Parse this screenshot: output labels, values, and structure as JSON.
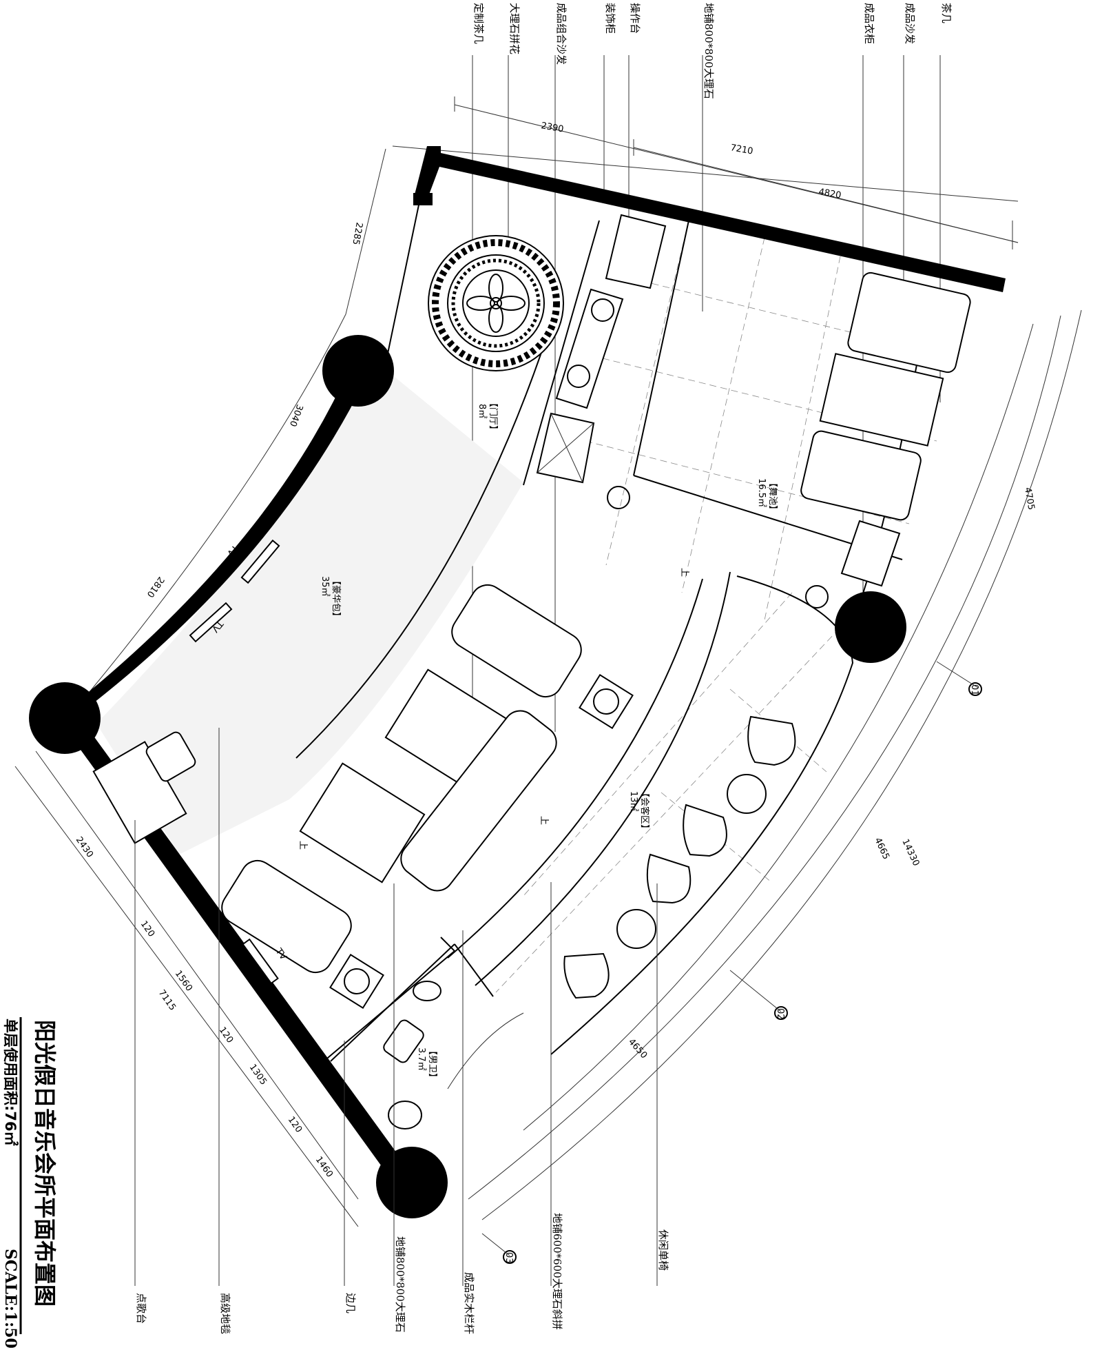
{
  "title": "阳光假日音乐会所平面布置图",
  "area_label": "单层使用面积:76㎡",
  "scale": "SCALE:1:50",
  "top_callouts": [
    "定制茶几",
    "大理石拼花",
    "成品组合沙发",
    "装饰柜",
    "操作台",
    "地铺800*800大理石",
    "成品衣柜",
    "成品沙发",
    "茶几"
  ],
  "bottom_callouts": [
    "点歌台",
    "高级地毯",
    "边几",
    "地铺800*800大理石",
    "成品实木栏杆",
    "地铺600*600大理石斜拼",
    "休闲单椅"
  ],
  "rooms": [
    {
      "name": "【门厅】",
      "area": "8㎡"
    },
    {
      "name": "【舞池】",
      "area": "16.5㎡"
    },
    {
      "name": "【豪华包】",
      "area": "35㎡"
    },
    {
      "name": "【会客区】",
      "area": "13㎡"
    },
    {
      "name": "【男卫】",
      "area": "3.7㎡"
    }
  ],
  "dimensions": {
    "top_a": "2390",
    "top_b": "7210",
    "top_c": "4820",
    "left_a": "2285",
    "left_b": "3040",
    "left_c": "2810",
    "right_a": "4705",
    "right_b": "4665",
    "right_c": "14330",
    "right_d": "4650",
    "bottom_a": "2430",
    "bottom_b": "120",
    "bottom_c": "1560",
    "bottom_d": "7115",
    "bottom_e": "120",
    "bottom_f": "1305",
    "bottom_g": "120",
    "bottom_h": "1460"
  },
  "tv_labels": [
    "TV",
    "TV",
    "TV"
  ],
  "step_labels": [
    "上",
    "上",
    "上"
  ],
  "section_marks": [
    "01",
    "02",
    "03"
  ]
}
